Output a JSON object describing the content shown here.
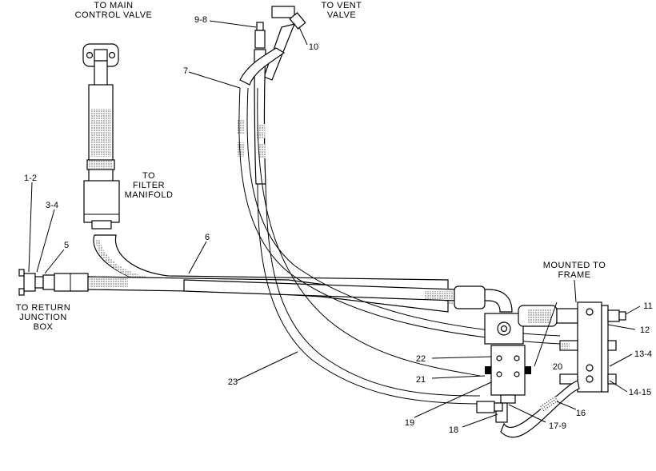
{
  "diagram": {
    "notes": {
      "main_valve": [
        "TO MAIN",
        "CONTROL VALVE"
      ],
      "vent_valve": [
        "TO VENT",
        "VALVE"
      ],
      "filter_manifold": [
        "TO",
        "FILTER",
        "MANIFOLD"
      ],
      "return_junction": [
        "TO RETURN",
        "JUNCTION",
        "BOX"
      ],
      "mounted_frame": [
        "MOUNTED TO",
        "FRAME"
      ]
    },
    "callouts": {
      "c1_2": "1-2",
      "c3_4": "3-4",
      "c5": "5",
      "c6": "6",
      "c7": "7",
      "c9_8": "9-8",
      "c10": "10",
      "c11": "11",
      "c12": "12",
      "c13_4": "13-4",
      "c14_15": "14-15",
      "c16": "16",
      "c17_9": "17-9",
      "c18": "18",
      "c19": "19",
      "c20": "20",
      "c21": "21",
      "c22": "22",
      "c23": "23"
    }
  }
}
